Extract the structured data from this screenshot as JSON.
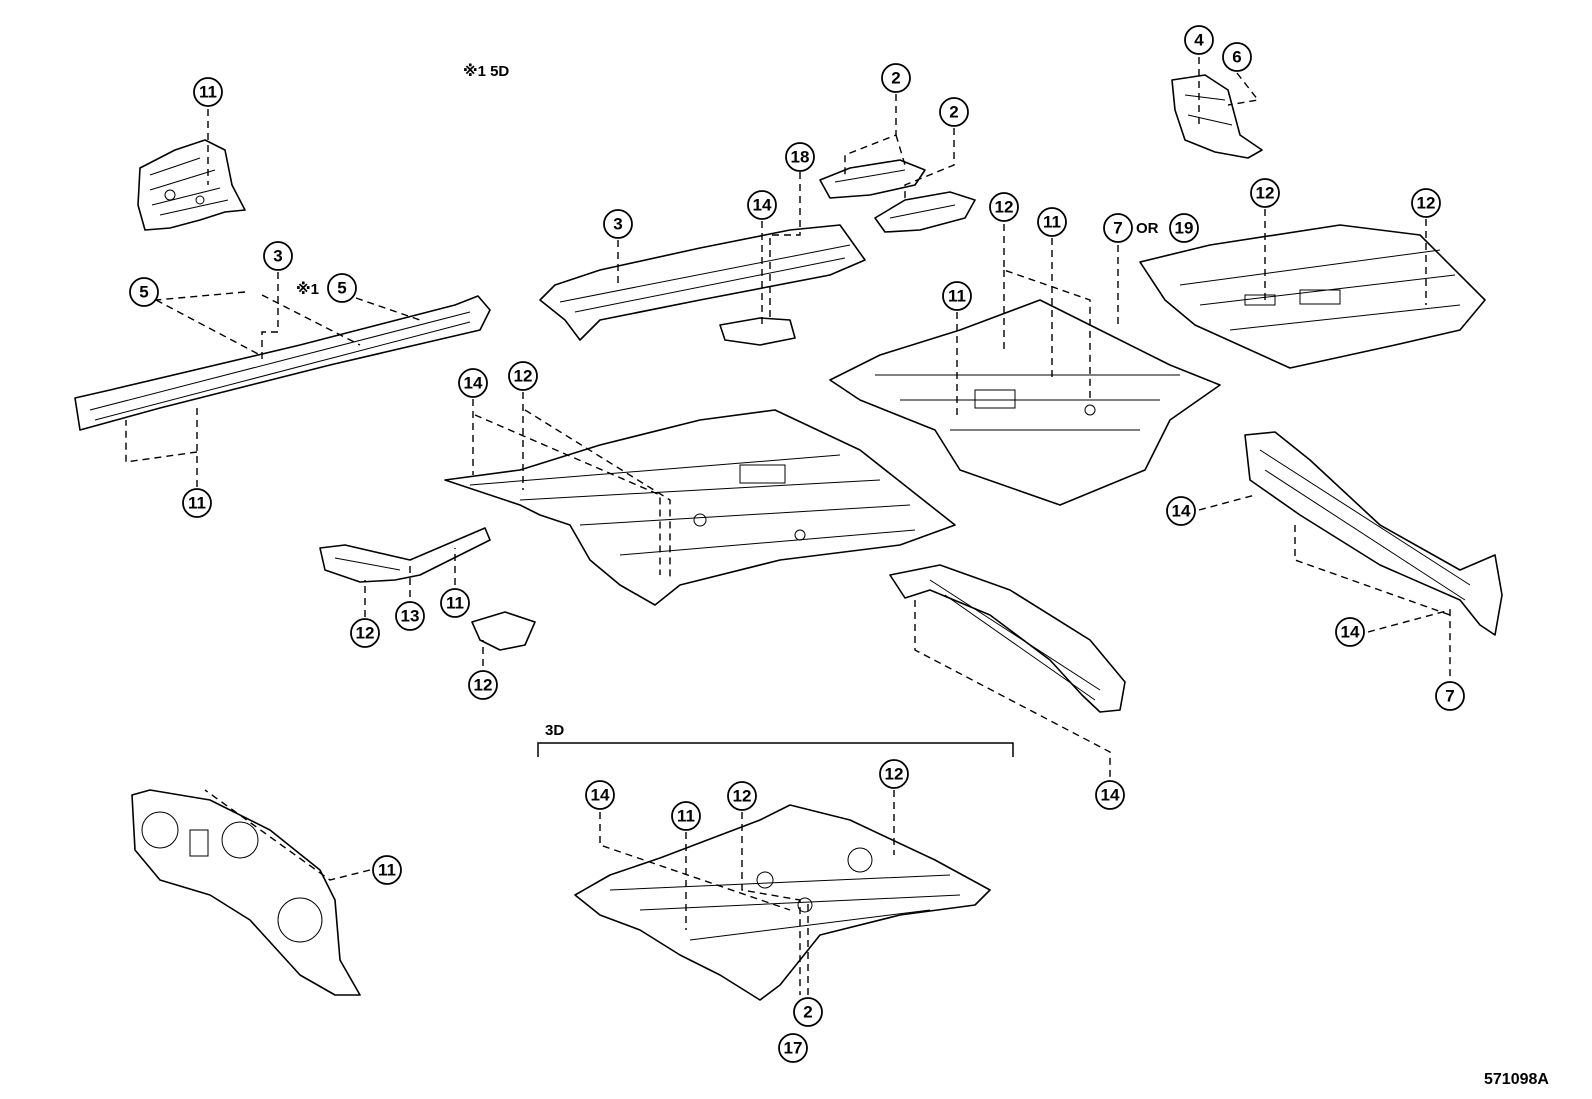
{
  "notes": {
    "variant_5d": "※1 5D",
    "variant_mark": "※1",
    "group_3d": "3D",
    "or_word": "OR",
    "figure_id": "571098A"
  },
  "callouts": [
    {
      "id": "c-11-a",
      "label": "11"
    },
    {
      "id": "c-3-a",
      "label": "3"
    },
    {
      "id": "c-5-a",
      "label": "5"
    },
    {
      "id": "c-5-b",
      "label": "5"
    },
    {
      "id": "c-11-b",
      "label": "11"
    },
    {
      "id": "c-2-a",
      "label": "2"
    },
    {
      "id": "c-2-b",
      "label": "2"
    },
    {
      "id": "c-18",
      "label": "18"
    },
    {
      "id": "c-3-b",
      "label": "3"
    },
    {
      "id": "c-14-a",
      "label": "14"
    },
    {
      "id": "c-4",
      "label": "4"
    },
    {
      "id": "c-6",
      "label": "6"
    },
    {
      "id": "c-12-a",
      "label": "12"
    },
    {
      "id": "c-11-c",
      "label": "11"
    },
    {
      "id": "c-7-a",
      "label": "7"
    },
    {
      "id": "c-19",
      "label": "19"
    },
    {
      "id": "c-12-b",
      "label": "12"
    },
    {
      "id": "c-12-c",
      "label": "12"
    },
    {
      "id": "c-11-d",
      "label": "11"
    },
    {
      "id": "c-14-b",
      "label": "14"
    },
    {
      "id": "c-12-d",
      "label": "12"
    },
    {
      "id": "c-12-e",
      "label": "12"
    },
    {
      "id": "c-13",
      "label": "13"
    },
    {
      "id": "c-11-e",
      "label": "11"
    },
    {
      "id": "c-12-f",
      "label": "12"
    },
    {
      "id": "c-14-c",
      "label": "14"
    },
    {
      "id": "c-14-d",
      "label": "14"
    },
    {
      "id": "c-7-b",
      "label": "7"
    },
    {
      "id": "c-14-e",
      "label": "14"
    },
    {
      "id": "c-14-f",
      "label": "14"
    },
    {
      "id": "c-11-f",
      "label": "11"
    },
    {
      "id": "c-12-g",
      "label": "12"
    },
    {
      "id": "c-12-h",
      "label": "12"
    },
    {
      "id": "c-11-g",
      "label": "11"
    },
    {
      "id": "c-2-c",
      "label": "2"
    },
    {
      "id": "c-17",
      "label": "17"
    }
  ]
}
